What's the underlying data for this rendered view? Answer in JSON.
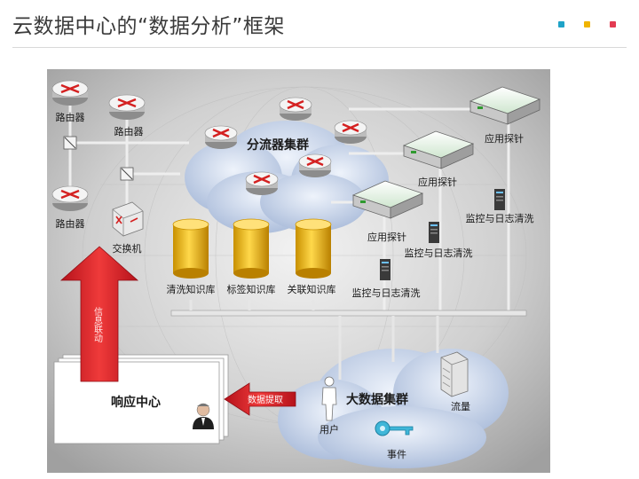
{
  "header": {
    "title": "云数据中心的“数据分析”框架",
    "dots": [
      "#1fa3c8",
      "#f0b400",
      "#e33b52"
    ]
  },
  "diagram": {
    "routers": [
      "路由器",
      "路由器",
      "路由器"
    ],
    "switch": "交换机",
    "splitter_cluster": "分流器集群",
    "app_probe": "应用探针",
    "monitor_clean": "监控与日志清洗",
    "knowledge_bases": [
      "清洗知识库",
      "标签知识库",
      "关联知识库"
    ],
    "big_data_cluster": "大数据集群",
    "user": "用户",
    "event": "事件",
    "traffic": "流量",
    "response_center": "响应中心",
    "data_extract": "数据提取",
    "alert_link": "信息联动"
  }
}
